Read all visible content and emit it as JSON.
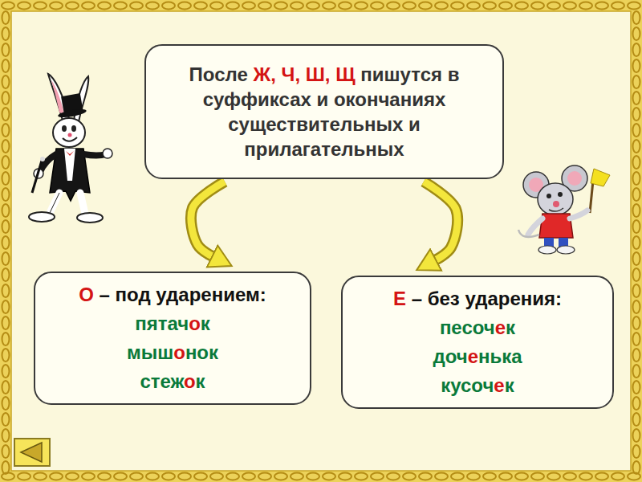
{
  "diagram": {
    "nodes": [
      {
        "text": [
          "После Ж, Ч, Ш, Щ пишутся в суффиксах и окончаниях существительных и прилагательных"
        ]
      },
      {
        "text": [
          "О – под ударением:",
          "пятачок",
          "мышонок",
          "стежок"
        ]
      },
      {
        "text": [
          "Е – без ударения:",
          "песочек",
          "доченька",
          "кусочек"
        ]
      }
    ],
    "edges": [
      {
        "from": 0,
        "to": 1,
        "arrow": "to"
      },
      {
        "from": 0,
        "to": 2,
        "arrow": "to"
      }
    ]
  }
}
